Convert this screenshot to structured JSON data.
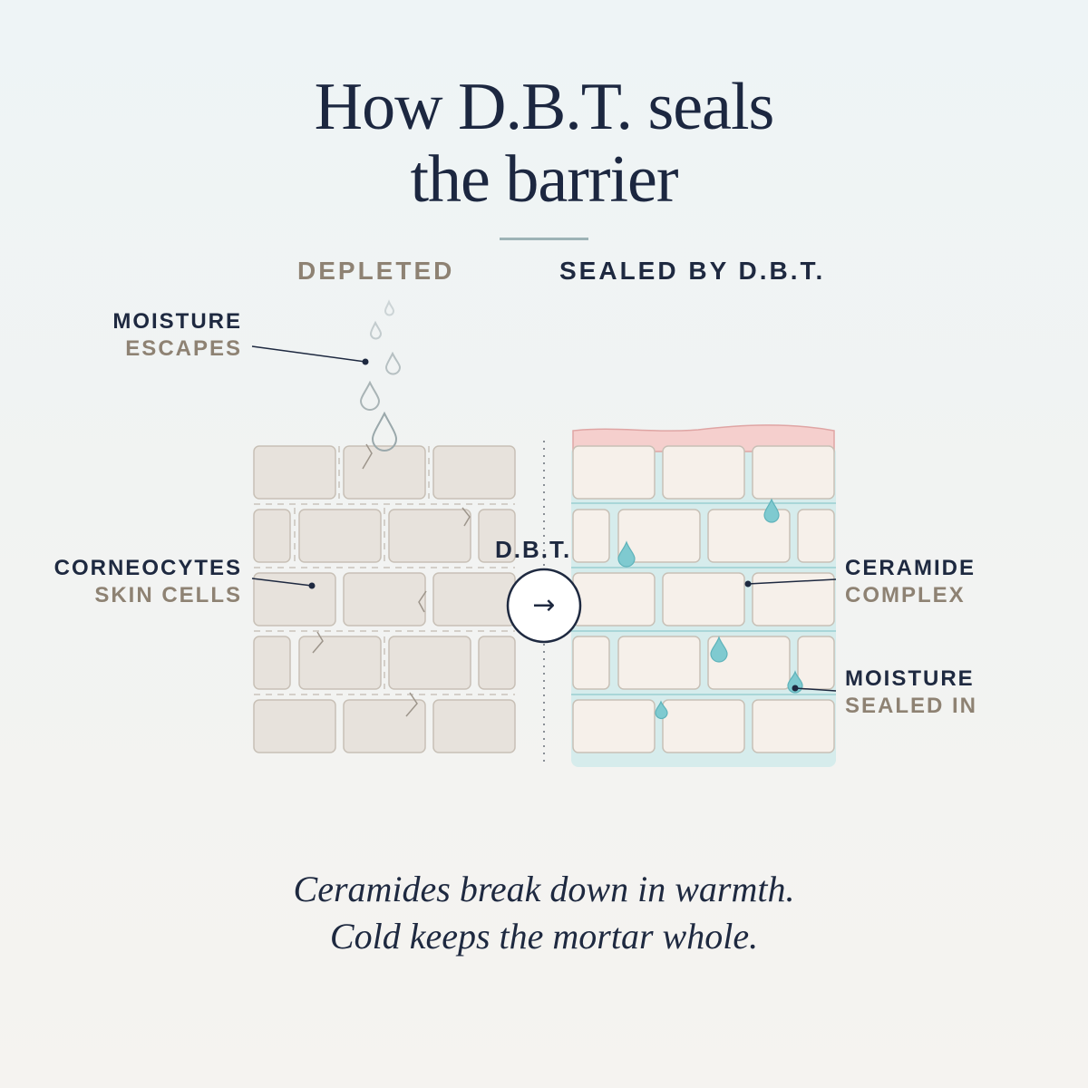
{
  "title": {
    "line1": "How D.B.T. seals",
    "line2": "the barrier"
  },
  "columns": {
    "left": "DEPLETED",
    "right": "SEALED BY D.B.T."
  },
  "labels": {
    "moisture_escapes": {
      "top": "MOISTURE",
      "bottom": "ESCAPES"
    },
    "corneocytes": {
      "top": "CORNEOCYTES",
      "bottom": "SKIN CELLS"
    },
    "ceramide": {
      "top": "CERAMIDE",
      "bottom": "COMPLEX"
    },
    "moisture_sealed": {
      "top": "MOISTURE",
      "bottom": "SEALED IN"
    },
    "dbt": "D.B.T.",
    "arrow": "→"
  },
  "caption": {
    "line1": "Ceramides break down in warmth.",
    "line2": "Cold keeps the mortar whole."
  },
  "colors": {
    "navy": "#1e2940",
    "taupe": "#8e8273",
    "cell_depleted": "#e7e2dc",
    "cell_sealed": "#f6f0ea",
    "mortar_sealed": "#d6ecec",
    "droplet": "#7fcad0",
    "top_layer": "#f5cfcd"
  }
}
